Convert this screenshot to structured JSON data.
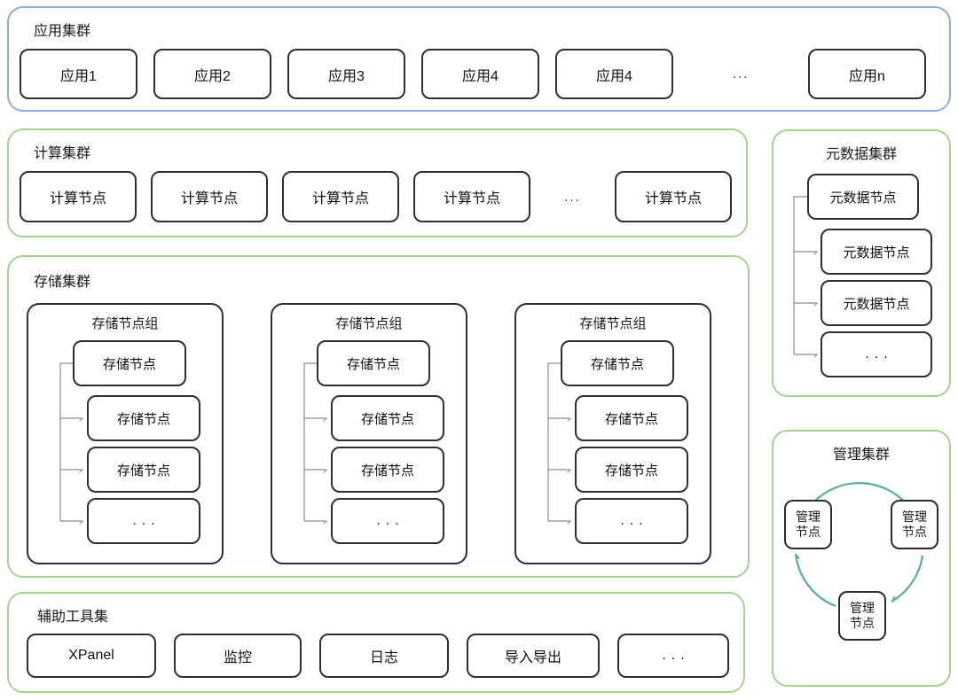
{
  "colors": {
    "app_cluster_border": "#8FAADC",
    "green_cluster_border": "#A9D18E",
    "node_border": "#2F2F2F",
    "connector_gray": "#8C8C8C",
    "ring_arrow_teal": "#5FAF9F"
  },
  "app_cluster": {
    "title": "应用集群",
    "nodes": [
      "应用1",
      "应用2",
      "应用3",
      "应用4",
      "应用4"
    ],
    "ellipsis": "...",
    "tail_node": "应用n"
  },
  "compute_cluster": {
    "title": "计算集群",
    "nodes": [
      "计算节点",
      "计算节点",
      "计算节点",
      "计算节点"
    ],
    "ellipsis": "...",
    "tail_node": "计算节点"
  },
  "metadata_cluster": {
    "title": "元数据集群",
    "head_node": "元数据节点",
    "children": [
      "元数据节点",
      "元数据节点",
      "..."
    ]
  },
  "storage_cluster": {
    "title": "存储集群",
    "groups": [
      {
        "title": "存储节点组",
        "head_node": "存储节点",
        "children": [
          "存储节点",
          "存储节点",
          "..."
        ]
      },
      {
        "title": "存储节点组",
        "head_node": "存储节点",
        "children": [
          "存储节点",
          "存储节点",
          "..."
        ]
      },
      {
        "title": "存储节点组",
        "head_node": "存储节点",
        "children": [
          "存储节点",
          "存储节点",
          "..."
        ]
      }
    ]
  },
  "management_cluster": {
    "title": "管理集群",
    "nodes": [
      {
        "line1": "管理",
        "line2": "节点"
      },
      {
        "line1": "管理",
        "line2": "节点"
      },
      {
        "line1": "管理",
        "line2": "节点"
      }
    ]
  },
  "aux_tools": {
    "title": "辅助工具集",
    "nodes": [
      "XPanel",
      "监控",
      "日志",
      "导入导出",
      "..."
    ]
  }
}
